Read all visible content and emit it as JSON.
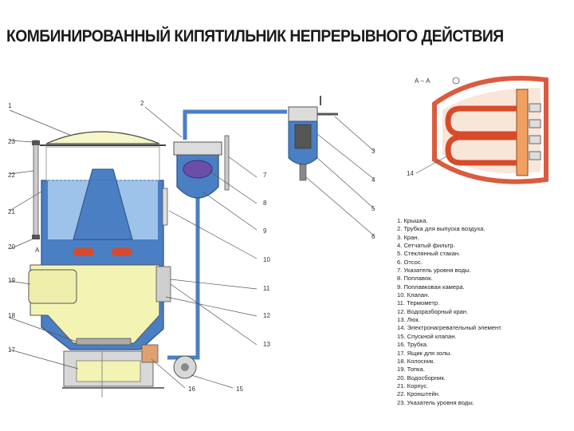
{
  "title": "КОМБИНИРОВАННЫЙ КИПЯТИЛЬНИК НЕПРЕРЫВНОГО ДЕЙСТВИЯ",
  "section_label": "А – А",
  "section_mark_a": "А",
  "callouts": [
    "1",
    "2",
    "3",
    "4",
    "5",
    "6",
    "7",
    "8",
    "9",
    "10",
    "11",
    "12",
    "13",
    "14",
    "15",
    "16",
    "17",
    "18",
    "19",
    "20",
    "21",
    "22",
    "23"
  ],
  "legend": [
    "1. Крышка.",
    "2. Трубка для выпуска воздуха.",
    "3. Кран.",
    "4. Сетчатый фильтр.",
    "5. Стеклянный стакан.",
    "6. Отсос.",
    "7. Указатель уровня воды.",
    "8. Поплавок.",
    "9. Поплавковая камера.",
    "10. Клапан.",
    "11. Термометр.",
    "12. Водоразборный кран.",
    "13. Люк.",
    "14. Электронагревательный элемент.",
    "15. Спускной клапан.",
    "16. Трубка.",
    "17. Ящик для золы.",
    "18. Колосник.",
    "19. Топка.",
    "20. Водосборник.",
    "21. Корпус.",
    "22. Кронштейн.",
    "23. Указатель уровня воды."
  ],
  "colors": {
    "water": "#4a7fc4",
    "water_light": "#9ec3ea",
    "firebox": "#f3f3b4",
    "heater": "#d84a2a",
    "flange": "#f0a060",
    "float": "#6a4fa8"
  }
}
